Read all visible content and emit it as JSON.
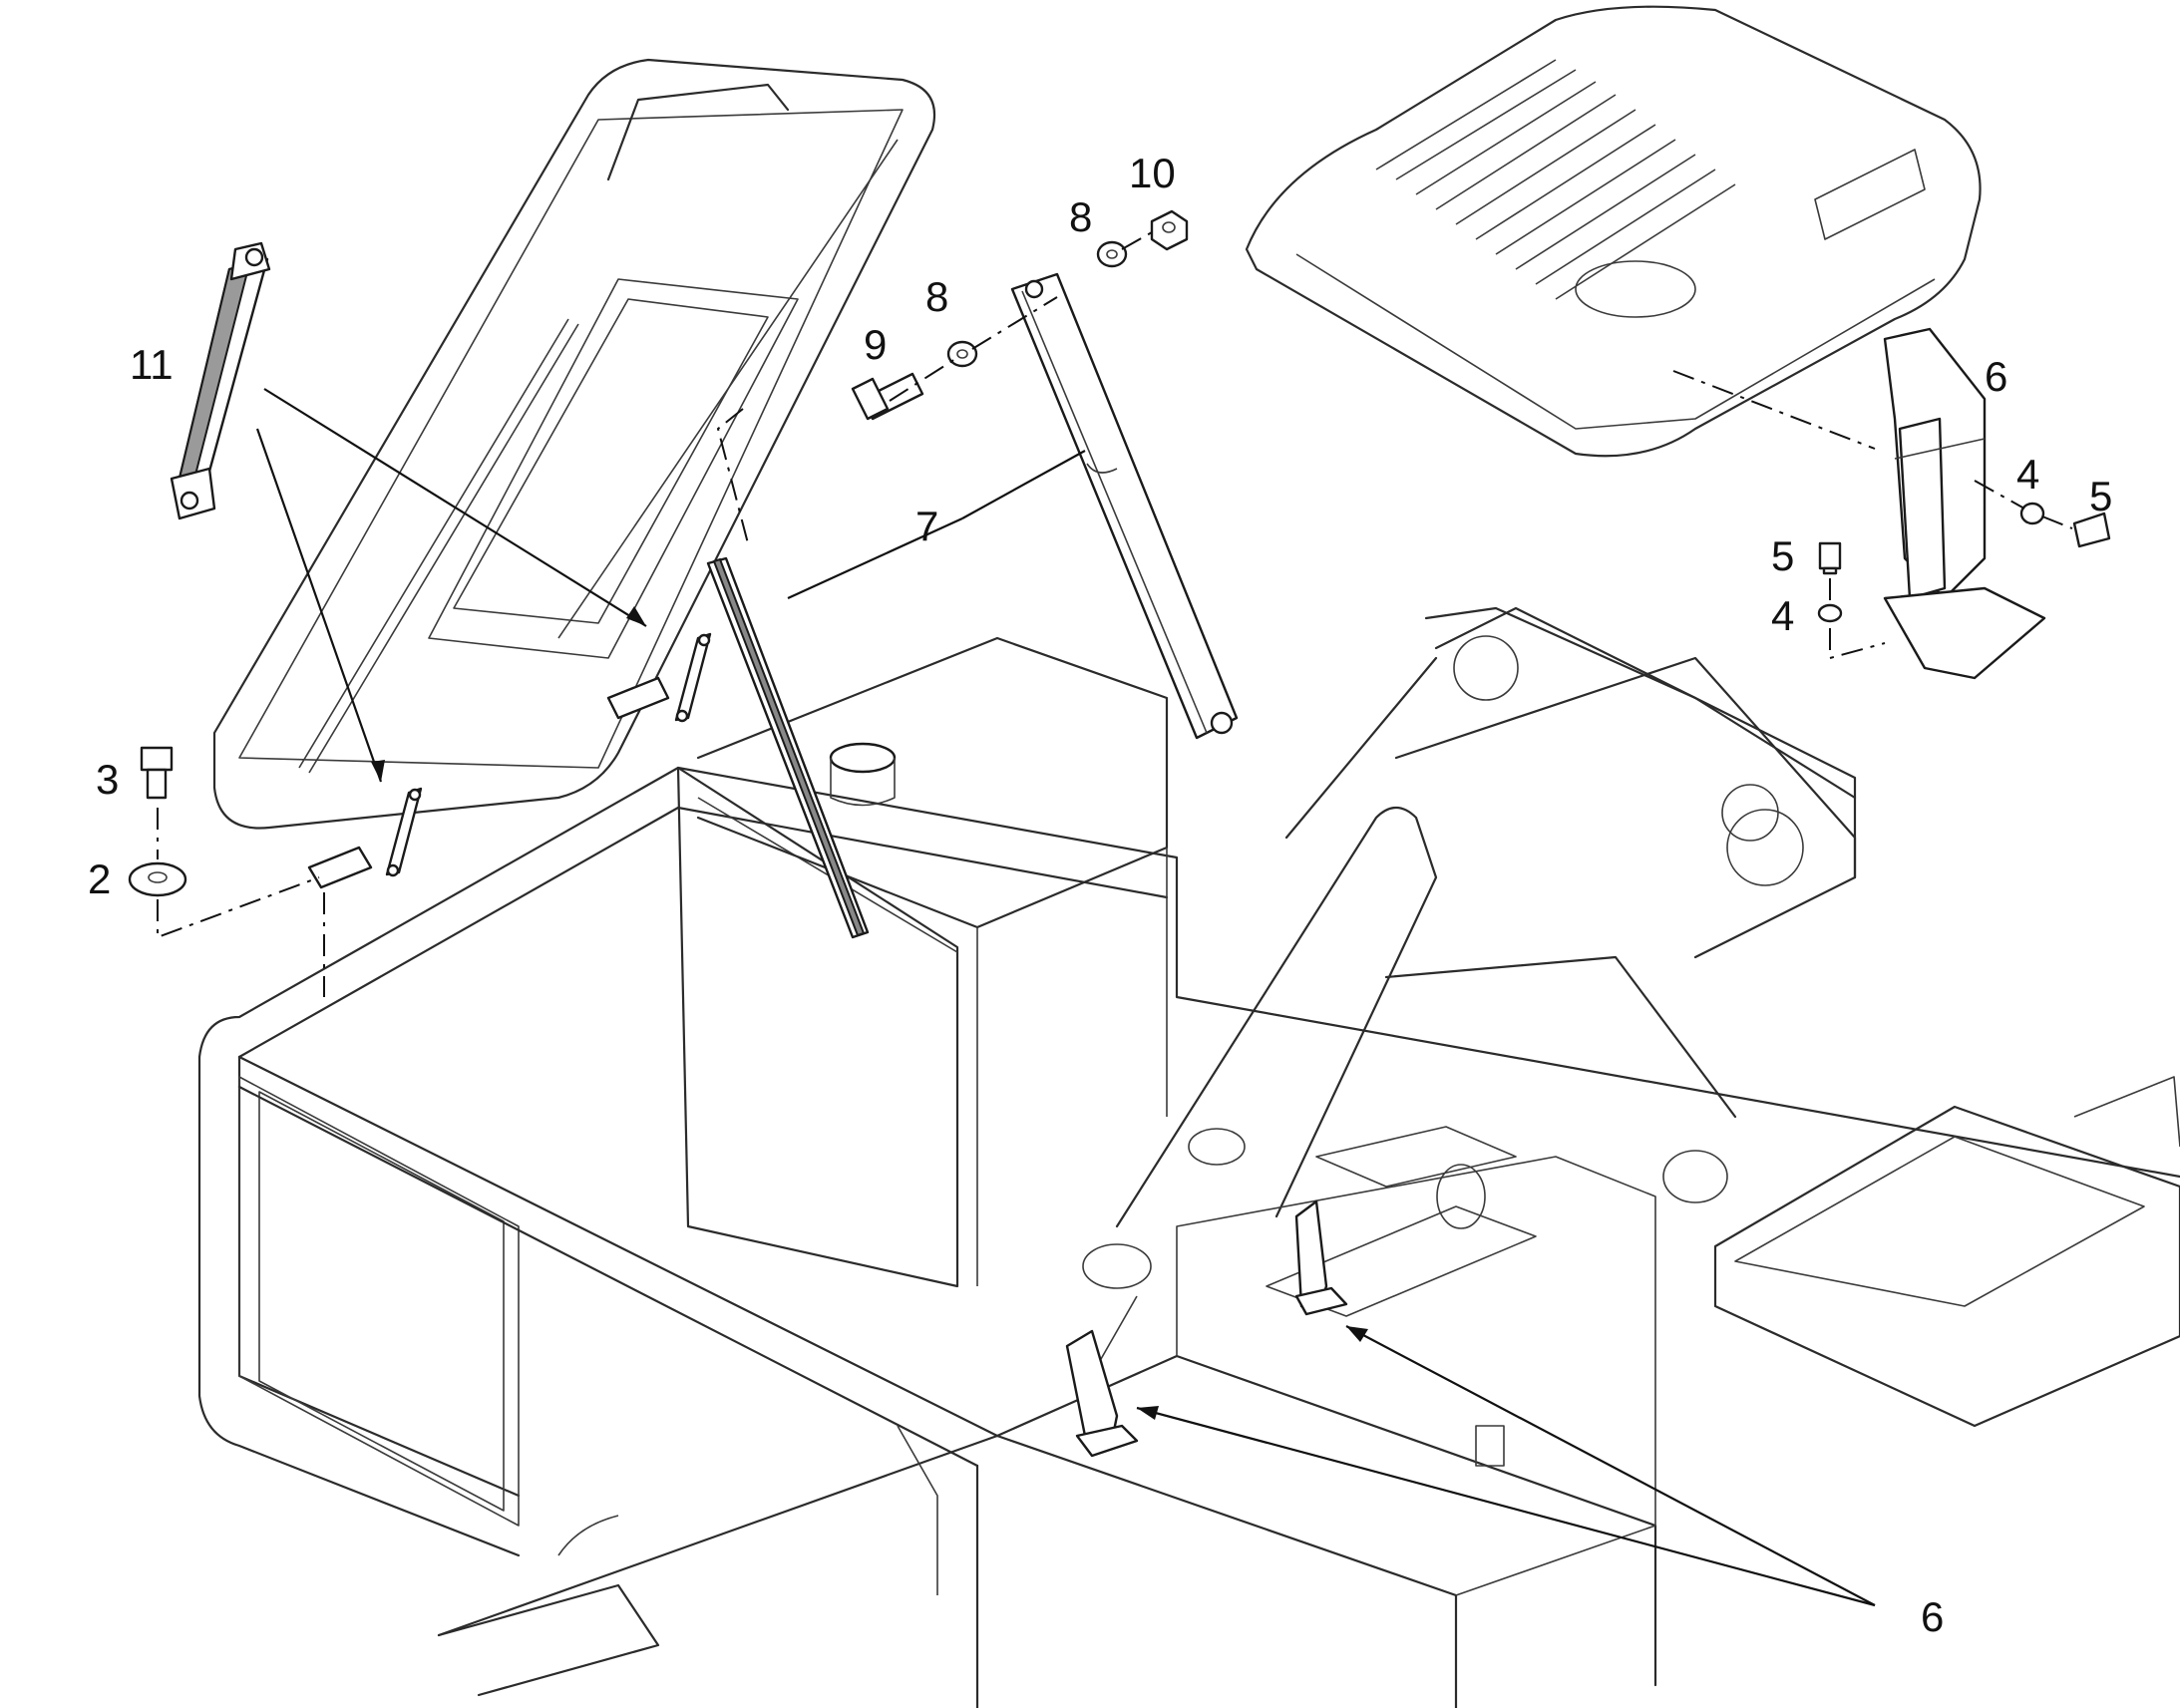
{
  "callouts": [
    {
      "id": "c11",
      "text": "11"
    },
    {
      "id": "c10",
      "text": "10"
    },
    {
      "id": "c8a",
      "text": "8"
    },
    {
      "id": "c8b",
      "text": "8"
    },
    {
      "id": "c9",
      "text": "9"
    },
    {
      "id": "c7",
      "text": "7"
    },
    {
      "id": "c6a",
      "text": "6"
    },
    {
      "id": "c4a",
      "text": "4"
    },
    {
      "id": "c5a",
      "text": "5"
    },
    {
      "id": "c5b",
      "text": "5"
    },
    {
      "id": "c4b",
      "text": "4"
    },
    {
      "id": "c3",
      "text": "3"
    },
    {
      "id": "c2",
      "text": "2"
    },
    {
      "id": "c6b",
      "text": "6"
    }
  ],
  "colors": {
    "line": "#1a1a1a",
    "background": "#ffffff"
  }
}
